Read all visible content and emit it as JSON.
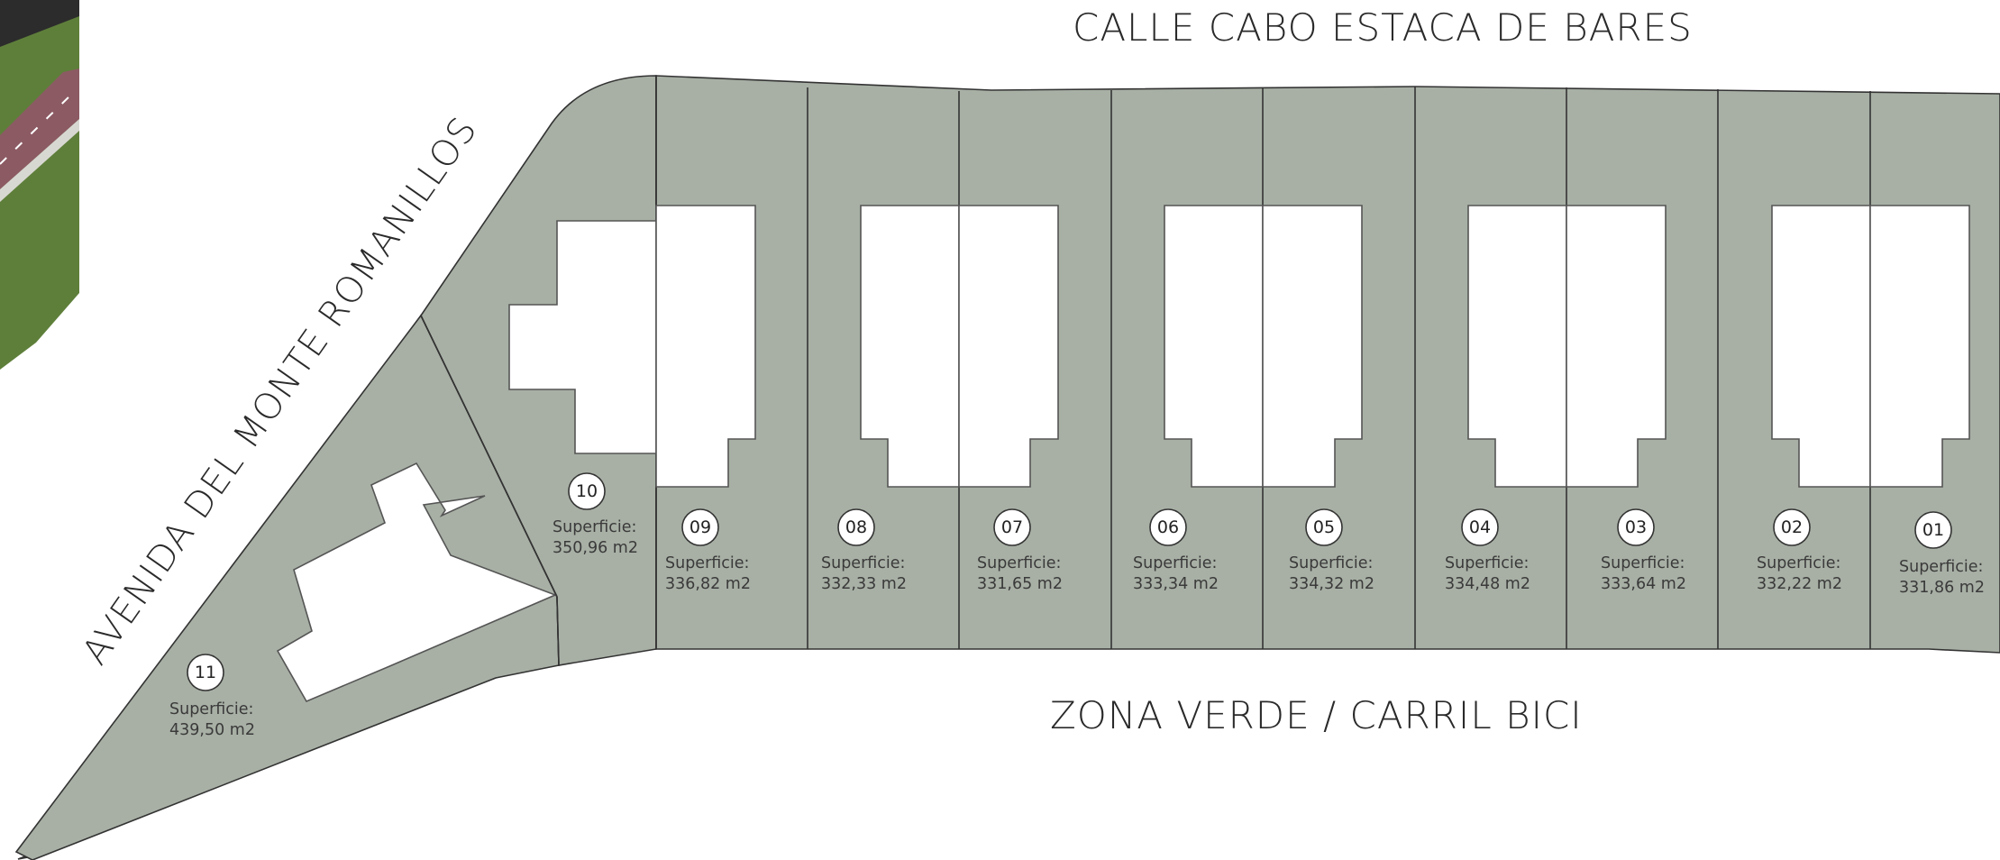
{
  "streets": {
    "north": "CALLE CABO ESTACA DE BARES",
    "south": "ZONA VERDE / CARRIL BICI",
    "west": "AVENIDA DEL MONTE ROMANILLOS"
  },
  "lots": [
    {
      "number": "11",
      "label": "Superficie:",
      "area": "439,50 m2"
    },
    {
      "number": "10",
      "label": "Superficie:",
      "area": "350,96 m2"
    },
    {
      "number": "09",
      "label": "Superficie:",
      "area": "336,82 m2"
    },
    {
      "number": "08",
      "label": "Superficie:",
      "area": "332,33 m2"
    },
    {
      "number": "07",
      "label": "Superficie:",
      "area": "331,65 m2"
    },
    {
      "number": "06",
      "label": "Superficie:",
      "area": "333,34 m2"
    },
    {
      "number": "05",
      "label": "Superficie:",
      "area": "334,32 m2"
    },
    {
      "number": "04",
      "label": "Superficie:",
      "area": "334,48 m2"
    },
    {
      "number": "03",
      "label": "Superficie:",
      "area": "333,64 m2"
    },
    {
      "number": "02",
      "label": "Superficie:",
      "area": "332,22 m2"
    },
    {
      "number": "01",
      "label": "Superficie:",
      "area": "331,86 m2"
    }
  ],
  "colors": {
    "lot_fill": "#a8b0a5",
    "house_fill": "#ffffff",
    "grass": "#5e7f3a",
    "bike_lane": "#8c5a63"
  }
}
